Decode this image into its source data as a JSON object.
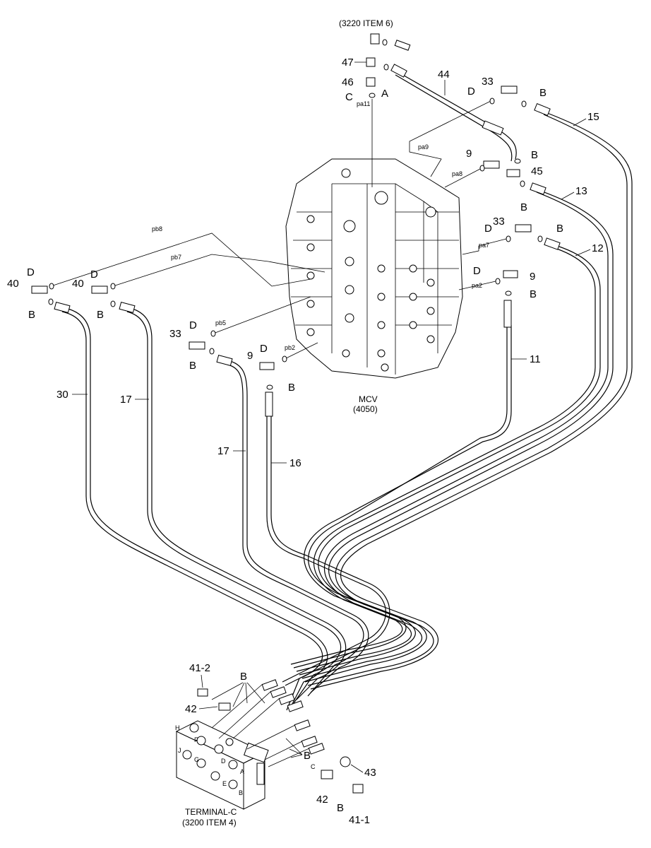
{
  "top_ref": "(3220 ITEM 6)",
  "mcv": {
    "name": "MCV",
    "code": "(4050)"
  },
  "terminal": {
    "name": "TERMINAL-C",
    "ref": "(3200 ITEM 4)"
  },
  "ports": [
    "pa11",
    "pa9",
    "pa8",
    "pa7",
    "pa2",
    "pb8",
    "pb7",
    "pb5",
    "pb2"
  ],
  "callouts": {
    "c47": "47",
    "c46": "46",
    "cC": "C",
    "cA": "A",
    "c44": "44",
    "c33a": "33",
    "cB1": "B",
    "cD1": "D",
    "c15": "15",
    "c9a": "9",
    "cB2": "B",
    "c45": "45",
    "cB3": "B",
    "c13": "13",
    "c33b": "33",
    "cB4": "B",
    "cD2": "D",
    "c12": "12",
    "cD3": "D",
    "c9b": "9",
    "cB5": "B",
    "c11": "11",
    "cD4": "D",
    "c40a": "40",
    "cB6": "B",
    "c30": "30",
    "cD5": "D",
    "c40b": "40",
    "cB7": "B",
    "c17a": "17",
    "cD6": "D",
    "c33c": "33",
    "cB8": "B",
    "c9c": "9",
    "cD7": "D",
    "cB9": "B",
    "c17b": "17",
    "c16": "16",
    "c41_2": "41-2",
    "cB10": "B",
    "c42a": "42",
    "cB11": "B",
    "c43": "43",
    "c42b": "42",
    "cB12": "B",
    "c41_1": "41-1"
  },
  "terminal_ports": [
    "H",
    "F",
    "J",
    "G",
    "D",
    "A",
    "E",
    "B",
    "C"
  ]
}
